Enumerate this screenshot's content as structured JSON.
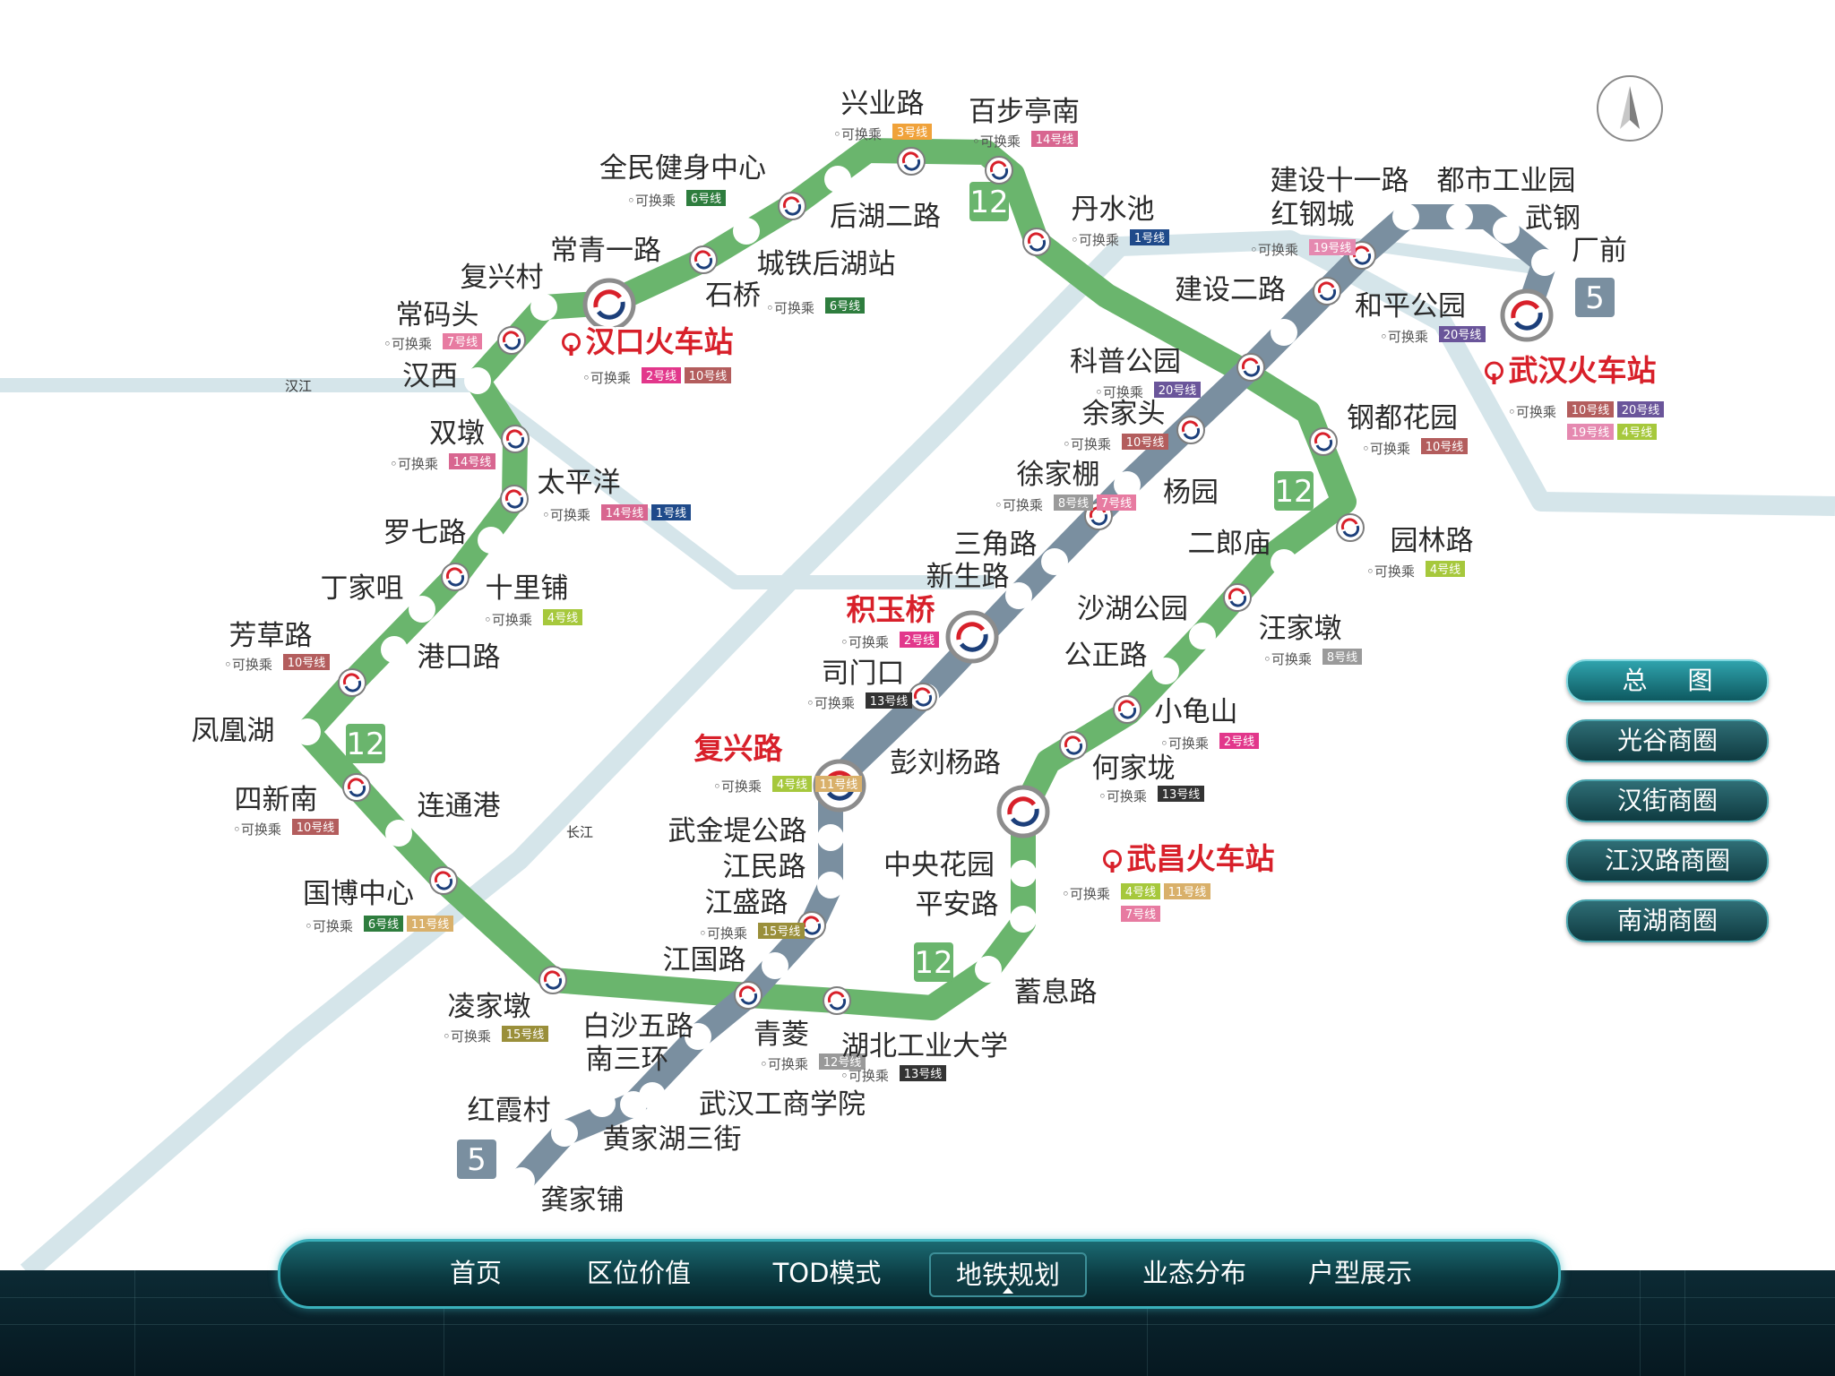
{
  "rivers": [
    {
      "name": "汉江"
    },
    {
      "name": "长江"
    }
  ],
  "lines": {
    "12": {
      "color": "#6ab56d",
      "label": "12"
    },
    "5": {
      "color": "#7a8fa0",
      "label": "5"
    }
  },
  "transfer_label": "可换乘",
  "line_colors": {
    "1号线": "#1f4a8a",
    "2号线": "#e2378b",
    "3号线": "#f0a23a",
    "4号线": "#a6c83c",
    "6号线": "#2e7d3e",
    "7号线": "#e77ba1",
    "8号线": "#9a9a9a",
    "10号线": "#b35d5d",
    "11号线": "#d9b06a",
    "13号线": "#333333",
    "14号线": "#d86690",
    "15号线": "#9a8f3a",
    "19号线": "#e589b0",
    "20号线": "#6a559a"
  },
  "stations": [
    {
      "name": "兴业路",
      "transfers": [
        "3号线"
      ]
    },
    {
      "name": "百步亭南",
      "transfers": [
        "14号线"
      ]
    },
    {
      "name": "全民健身中心",
      "transfers": [
        "6号线"
      ]
    },
    {
      "name": "后湖二路",
      "transfers": []
    },
    {
      "name": "丹水池",
      "transfers": [
        "1号线"
      ]
    },
    {
      "name": "常青一路",
      "transfers": []
    },
    {
      "name": "城铁后湖站",
      "transfers": []
    },
    {
      "name": "石桥",
      "transfers": [
        "6号线"
      ]
    },
    {
      "name": "复兴村",
      "transfers": []
    },
    {
      "name": "常码头",
      "transfers": [
        "7号线"
      ]
    },
    {
      "name": "汉口火车站",
      "transfers": [
        "2号线",
        "10号线"
      ],
      "major": true
    },
    {
      "name": "汉西",
      "transfers": []
    },
    {
      "name": "双墩",
      "transfers": [
        "14号线"
      ]
    },
    {
      "name": "太平洋",
      "transfers": [
        "14号线",
        "1号线"
      ]
    },
    {
      "name": "罗七路",
      "transfers": []
    },
    {
      "name": "丁家咀",
      "transfers": []
    },
    {
      "name": "十里铺",
      "transfers": [
        "4号线"
      ]
    },
    {
      "name": "芳草路",
      "transfers": [
        "10号线"
      ]
    },
    {
      "name": "港口路",
      "transfers": []
    },
    {
      "name": "凤凰湖",
      "transfers": []
    },
    {
      "name": "四新南",
      "transfers": [
        "10号线"
      ]
    },
    {
      "name": "连通港",
      "transfers": []
    },
    {
      "name": "国博中心",
      "transfers": [
        "6号线",
        "11号线"
      ]
    },
    {
      "name": "凌家墩",
      "transfers": [
        "15号线"
      ]
    },
    {
      "name": "白沙五路",
      "transfers": []
    },
    {
      "name": "南三环",
      "transfers": []
    },
    {
      "name": "青菱",
      "transfers": [
        "12号线"
      ]
    },
    {
      "name": "湖北工业大学",
      "transfers": [
        "13号线"
      ]
    },
    {
      "name": "武汉工商学院",
      "transfers": []
    },
    {
      "name": "黄家湖三街",
      "transfers": []
    },
    {
      "name": "红霞村",
      "transfers": []
    },
    {
      "name": "龚家铺",
      "transfers": []
    },
    {
      "name": "江国路",
      "transfers": []
    },
    {
      "name": "江盛路",
      "transfers": [
        "15号线"
      ]
    },
    {
      "name": "江民路",
      "transfers": []
    },
    {
      "name": "武金堤公路",
      "transfers": []
    },
    {
      "name": "复兴路",
      "transfers": [
        "4号线",
        "11号线"
      ],
      "major": true
    },
    {
      "name": "彭刘杨路",
      "transfers": []
    },
    {
      "name": "司门口",
      "transfers": [
        "13号线"
      ]
    },
    {
      "name": "积玉桥",
      "transfers": [
        "2号线"
      ],
      "major": true
    },
    {
      "name": "新生路",
      "transfers": []
    },
    {
      "name": "三角路",
      "transfers": []
    },
    {
      "name": "徐家棚",
      "transfers": [
        "8号线",
        "7号线"
      ]
    },
    {
      "name": "杨园",
      "transfers": []
    },
    {
      "name": "余家头",
      "transfers": [
        "10号线"
      ]
    },
    {
      "name": "科普公园",
      "transfers": [
        "20号线"
      ]
    },
    {
      "name": "建设二路",
      "transfers": []
    },
    {
      "name": "红钢城",
      "transfers": [
        "19号线"
      ]
    },
    {
      "name": "建设十一路",
      "transfers": []
    },
    {
      "name": "都市工业园",
      "transfers": []
    },
    {
      "name": "武钢",
      "transfers": []
    },
    {
      "name": "厂前",
      "transfers": []
    },
    {
      "name": "和平公园",
      "transfers": [
        "20号线"
      ]
    },
    {
      "name": "武汉火车站",
      "transfers": [
        "10号线",
        "20号线",
        "19号线",
        "4号线"
      ],
      "major": true
    },
    {
      "name": "钢都花园",
      "transfers": [
        "10号线"
      ]
    },
    {
      "name": "园林路",
      "transfers": [
        "4号线"
      ]
    },
    {
      "name": "二郎庙",
      "transfers": []
    },
    {
      "name": "汪家墩",
      "transfers": [
        "8号线"
      ]
    },
    {
      "name": "沙湖公园",
      "transfers": []
    },
    {
      "name": "公正路",
      "transfers": []
    },
    {
      "name": "小龟山",
      "transfers": [
        "2号线"
      ]
    },
    {
      "name": "何家垅",
      "transfers": [
        "13号线"
      ]
    },
    {
      "name": "武昌火车站",
      "transfers": [
        "4号线",
        "11号线",
        "7号线"
      ],
      "major": true
    },
    {
      "name": "中央花园",
      "transfers": []
    },
    {
      "name": "平安路",
      "transfers": []
    },
    {
      "name": "蓄息路",
      "transfers": []
    }
  ],
  "side_menu": [
    "总 图",
    "光谷商圈",
    "汉街商圈",
    "江汉路商圈",
    "南湖商圈"
  ],
  "nav": [
    "首页",
    "区位价值",
    "TOD模式",
    "地铁规划",
    "业态分布",
    "户型展示"
  ],
  "nav_active": "地铁规划",
  "compass_icon": "north-arrow-icon"
}
